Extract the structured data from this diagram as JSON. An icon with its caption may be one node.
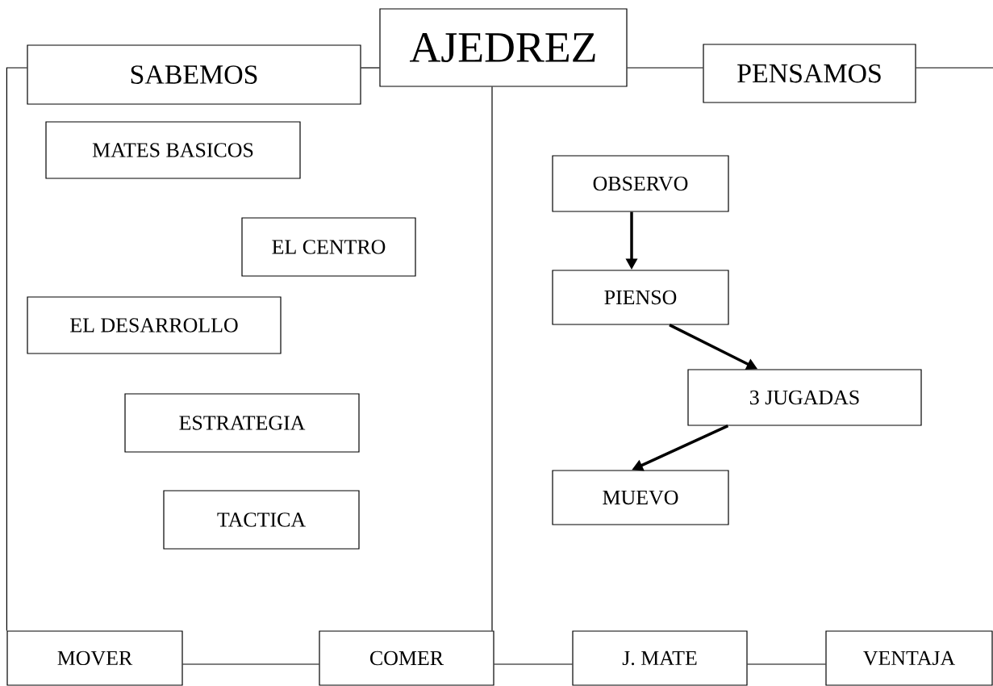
{
  "diagram": {
    "nodes": [
      {
        "text": [
          "SABEMOS"
        ]
      },
      {
        "text": [
          "AJEDREZ"
        ]
      },
      {
        "text": [
          "PENSAMOS"
        ]
      },
      {
        "text": [
          "MATES BASICOS"
        ]
      },
      {
        "text": [
          "EL CENTRO"
        ]
      },
      {
        "text": [
          "EL DESARROLLO"
        ]
      },
      {
        "text": [
          "ESTRATEGIA"
        ]
      },
      {
        "text": [
          "TACTICA"
        ]
      },
      {
        "text": [
          "OBSERVO"
        ]
      },
      {
        "text": [
          "PIENSO"
        ]
      },
      {
        "text": [
          "3 JUGADAS"
        ]
      },
      {
        "text": [
          "MUEVO"
        ]
      },
      {
        "text": [
          "MOVER"
        ]
      },
      {
        "text": [
          "COMER"
        ]
      },
      {
        "text": [
          "J. MATE"
        ]
      },
      {
        "text": [
          "VENTAJA"
        ]
      }
    ],
    "edges": [
      {
        "from": 0,
        "to": 1,
        "arrow": "none"
      },
      {
        "from": 1,
        "to": 2,
        "arrow": "none"
      },
      {
        "from": 2,
        "to": null,
        "arrow": "none"
      },
      {
        "from": 0,
        "to": 12,
        "arrow": "none"
      },
      {
        "from": 1,
        "to": 13,
        "arrow": "none"
      },
      {
        "from": 12,
        "to": 13,
        "arrow": "none"
      },
      {
        "from": 13,
        "to": 14,
        "arrow": "none"
      },
      {
        "from": 14,
        "to": 15,
        "arrow": "none"
      },
      {
        "from": 8,
        "to": 9,
        "arrow": "to",
        "style": "thick"
      },
      {
        "from": 9,
        "to": 10,
        "arrow": "to",
        "style": "thick"
      },
      {
        "from": 10,
        "to": 11,
        "arrow": "to",
        "style": "thick"
      }
    ]
  }
}
